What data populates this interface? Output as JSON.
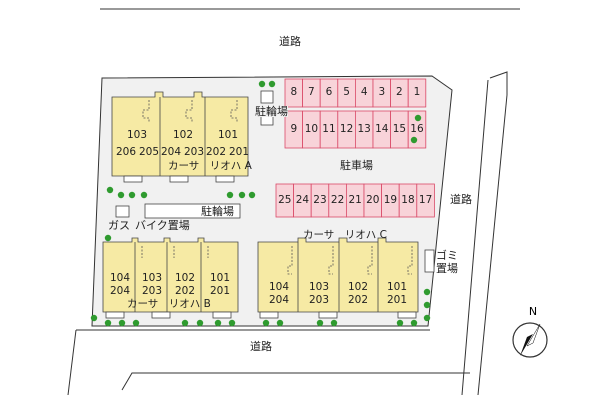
{
  "roads": {
    "top": "道路",
    "right": "道路",
    "bottom": "道路"
  },
  "facilities": {
    "bicycle_parking_top": "駐輪場",
    "parking_label": "駐車場",
    "bicycle_parking_mid": "駐輪場",
    "gas": "ガス",
    "bike_parking": "バイク置場",
    "garbage": [
      "ゴミ",
      "置場"
    ]
  },
  "parking": {
    "row1": [
      "8",
      "7",
      "6",
      "5",
      "4",
      "3",
      "2",
      "1"
    ],
    "row2": [
      "9",
      "10",
      "11",
      "12",
      "13",
      "14",
      "15",
      "16"
    ],
    "row3": [
      "25",
      "24",
      "23",
      "22",
      "21",
      "20",
      "19",
      "18",
      "17"
    ]
  },
  "buildings": {
    "A": {
      "name": "カーサ　リオハ A",
      "units": [
        [
          "103",
          "206",
          "205"
        ],
        [
          "102",
          "204",
          "203"
        ],
        [
          "101",
          "202",
          "201"
        ]
      ]
    },
    "B": {
      "name": "カーサ　リオハ B",
      "units": [
        [
          "104",
          "204"
        ],
        [
          "103",
          "203"
        ],
        [
          "102",
          "202"
        ],
        [
          "101",
          "201"
        ]
      ]
    },
    "C": {
      "name": "カーサ　リオハ C",
      "units": [
        [
          "104",
          "204"
        ],
        [
          "103",
          "203"
        ],
        [
          "102",
          "202"
        ],
        [
          "101",
          "201"
        ]
      ]
    }
  },
  "compass": "N",
  "colors": {
    "building": "#f6eaa4",
    "parking": "#f8d3d9",
    "parking_line": "#d94a68",
    "tree": "#2f9b2f",
    "lot": "#f1f1f1"
  }
}
